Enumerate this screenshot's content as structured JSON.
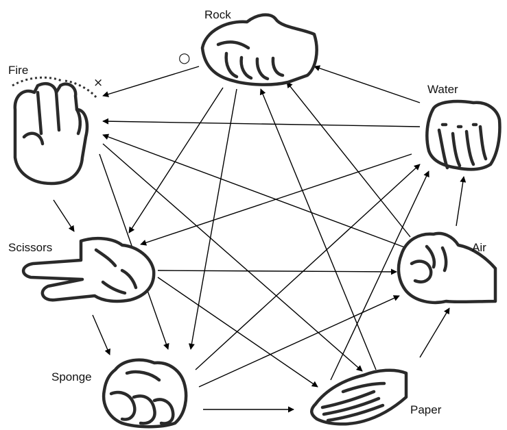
{
  "nodes": [
    {
      "id": "rock",
      "label": "Rock",
      "icon": "rock-hand-icon"
    },
    {
      "id": "fire",
      "label": "Fire",
      "icon": "fire-hand-icon"
    },
    {
      "id": "scissors",
      "label": "Scissors",
      "icon": "scissors-hand-icon"
    },
    {
      "id": "sponge",
      "label": "Sponge",
      "icon": "sponge-hand-icon"
    },
    {
      "id": "paper",
      "label": "Paper",
      "icon": "paper-hand-icon"
    },
    {
      "id": "air",
      "label": "Air",
      "icon": "air-hand-icon"
    },
    {
      "id": "water",
      "label": "Water",
      "icon": "water-hand-icon"
    }
  ],
  "marks": {
    "circle": "○",
    "cross": "×"
  },
  "edges": [
    {
      "from": "rock",
      "to": "fire"
    },
    {
      "from": "rock",
      "to": "scissors"
    },
    {
      "from": "rock",
      "to": "sponge"
    },
    {
      "from": "water",
      "to": "rock"
    },
    {
      "from": "air",
      "to": "rock"
    },
    {
      "from": "paper",
      "to": "rock"
    },
    {
      "from": "water",
      "to": "fire"
    },
    {
      "from": "air",
      "to": "fire"
    },
    {
      "from": "fire",
      "to": "sponge"
    },
    {
      "from": "fire",
      "to": "paper"
    },
    {
      "from": "fire",
      "to": "scissors"
    },
    {
      "from": "water",
      "to": "scissors"
    },
    {
      "from": "scissors",
      "to": "air"
    },
    {
      "from": "scissors",
      "to": "paper"
    },
    {
      "from": "scissors",
      "to": "sponge"
    },
    {
      "from": "sponge",
      "to": "water"
    },
    {
      "from": "sponge",
      "to": "air"
    },
    {
      "from": "sponge",
      "to": "paper"
    },
    {
      "from": "paper",
      "to": "water"
    },
    {
      "from": "paper",
      "to": "air"
    },
    {
      "from": "air",
      "to": "water"
    }
  ]
}
